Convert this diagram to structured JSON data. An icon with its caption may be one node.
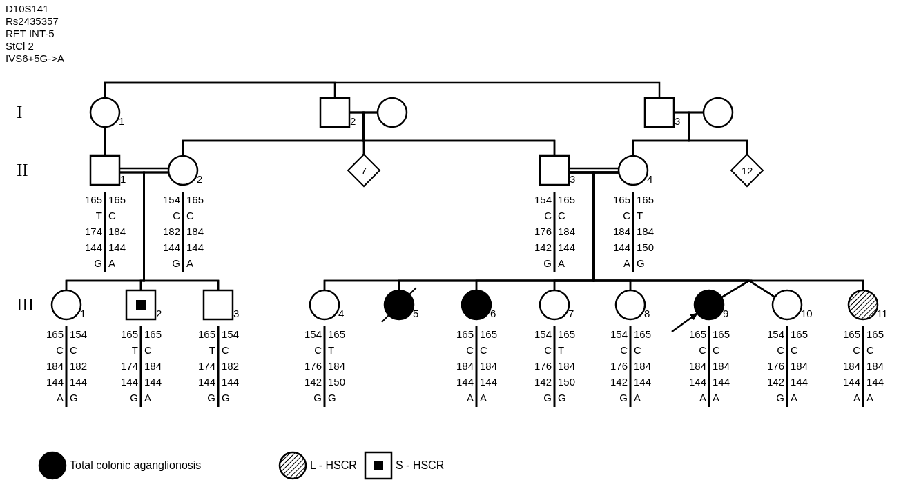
{
  "diagram": {
    "nodes": [
      {
        "text": [],
        "shape": "circle",
        "beside": [
          "1"
        ]
      },
      {
        "text": [],
        "shape": "box",
        "beside": [
          "2"
        ]
      },
      {
        "text": [],
        "shape": "circle"
      },
      {
        "text": [],
        "shape": "box",
        "beside": [
          "3"
        ]
      },
      {
        "text": [],
        "shape": "circle"
      },
      {
        "text": [],
        "shape": "box",
        "beside": [
          "1",
          "165 T 174 144 G",
          "165 C 184 144 A"
        ]
      },
      {
        "text": [],
        "shape": "circle",
        "beside": [
          "2",
          "154 C 182 144 G",
          "165 C 184 144 A"
        ]
      },
      {
        "text": [
          "7"
        ]
      },
      {
        "text": [],
        "shape": "box",
        "beside": [
          "3",
          "154 C 176 142 G",
          "165 C 184 144 A"
        ]
      },
      {
        "text": [],
        "shape": "circle",
        "beside": [
          "4",
          "165 C 184 144 A",
          "165 T 184 150 G"
        ]
      },
      {
        "text": [
          "12"
        ]
      },
      {
        "text": [],
        "shape": "circle",
        "beside": [
          "1",
          "165 C 184 144 A",
          "154 C 182 144 G"
        ]
      },
      {
        "text": [],
        "shape": "box",
        "beside": [
          "2",
          "165 T 174 144 G",
          "165 C 184 144 A"
        ]
      },
      {
        "text": [],
        "shape": "box",
        "beside": [
          "3",
          "165 T 174 144 G",
          "154 C 182 144 G"
        ]
      },
      {
        "text": [],
        "shape": "circle",
        "beside": [
          "4",
          "154 C 176 142 G",
          "165 T 184 150 G"
        ]
      },
      {
        "text": [],
        "shape": "circle",
        "beside": [
          "5"
        ]
      },
      {
        "text": [],
        "shape": "circle",
        "beside": [
          "6",
          "165 C 184 144 A",
          "165 C 184 144 A"
        ]
      },
      {
        "text": [],
        "shape": "circle",
        "beside": [
          "7",
          "154 C 176 142 G",
          "165 T 184 150 G"
        ]
      },
      {
        "text": [],
        "shape": "circle",
        "beside": [
          "8",
          "154 C 176 142 G",
          "165 C 184 144 A"
        ]
      },
      {
        "text": [],
        "shape": "circle",
        "beside": [
          "9",
          "165 C 184 144 A",
          "165 C 184 144 A"
        ]
      },
      {
        "text": [],
        "shape": "circle",
        "beside": [
          "10",
          "154 C 176 142 G",
          "165 C 184 144 A"
        ]
      },
      {
        "text": [],
        "shape": "circle",
        "beside": [
          "11",
          "165 C 184 144 A",
          "165 C 184 144 A"
        ]
      }
    ],
    "edges": [
      {
        "from": 0,
        "to": 1,
        "arrow": "none"
      },
      {
        "from": 0,
        "to": 3,
        "arrow": "none"
      },
      {
        "from": 1,
        "to": 2,
        "arrow": "none"
      },
      {
        "from": 3,
        "to": 4,
        "arrow": "none"
      },
      {
        "from": 0,
        "to": 5,
        "arrow": "none"
      },
      {
        "from": 1,
        "to": 6,
        "arrow": "none"
      },
      {
        "from": 1,
        "to": 7,
        "arrow": "none"
      },
      {
        "from": 1,
        "to": 8,
        "arrow": "none"
      },
      {
        "from": 2,
        "to": 6,
        "arrow": "none"
      },
      {
        "from": 2,
        "to": 7,
        "arrow": "none"
      },
      {
        "from": 2,
        "to": 8,
        "arrow": "none"
      },
      {
        "from": 3,
        "to": 9,
        "arrow": "none"
      },
      {
        "from": 3,
        "to": 10,
        "arrow": "none"
      },
      {
        "from": 4,
        "to": 9,
        "arrow": "none"
      },
      {
        "from": 4,
        "to": 10,
        "arrow": "none"
      },
      {
        "from": 5,
        "to": 6,
        "arrow": "none"
      },
      {
        "from": 8,
        "to": 9,
        "arrow": "none"
      },
      {
        "from": 5,
        "to": 11,
        "arrow": "none"
      },
      {
        "from": 5,
        "to": 12,
        "arrow": "none"
      },
      {
        "from": 5,
        "to": 13,
        "arrow": "none"
      },
      {
        "from": 6,
        "to": 11,
        "arrow": "none"
      },
      {
        "from": 6,
        "to": 12,
        "arrow": "none"
      },
      {
        "from": 6,
        "to": 13,
        "arrow": "none"
      },
      {
        "from": 8,
        "to": 14,
        "arrow": "none"
      },
      {
        "from": 8,
        "to": 15,
        "arrow": "none"
      },
      {
        "from": 8,
        "to": 16,
        "arrow": "none"
      },
      {
        "from": 8,
        "to": 17,
        "arrow": "none"
      },
      {
        "from": 8,
        "to": 18,
        "arrow": "none"
      },
      {
        "from": 8,
        "to": 19,
        "arrow": "none"
      },
      {
        "from": 8,
        "to": 20,
        "arrow": "none"
      },
      {
        "from": 8,
        "to": 21,
        "arrow": "none"
      },
      {
        "from": 9,
        "to": 14,
        "arrow": "none"
      },
      {
        "from": 9,
        "to": 15,
        "arrow": "none"
      },
      {
        "from": 9,
        "to": 16,
        "arrow": "none"
      },
      {
        "from": 9,
        "to": 17,
        "arrow": "none"
      },
      {
        "from": 9,
        "to": 18,
        "arrow": "none"
      },
      {
        "from": 9,
        "to": 19,
        "arrow": "none"
      },
      {
        "from": 9,
        "to": 20,
        "arrow": "none"
      },
      {
        "from": 9,
        "to": 21,
        "arrow": "none"
      },
      {
        "from": null,
        "to": 19,
        "arrow": "to"
      }
    ],
    "labels": [
      "D10S141",
      "Rs2435357",
      "RET INT-5",
      "StCl 2",
      "IVS6+5G->A",
      "I",
      "II",
      "III"
    ],
    "legend": [
      {
        "text": "Total colonic aganglionosis"
      },
      {
        "text": "L - HSCR"
      },
      {
        "text": "S - HSCR"
      }
    ]
  }
}
